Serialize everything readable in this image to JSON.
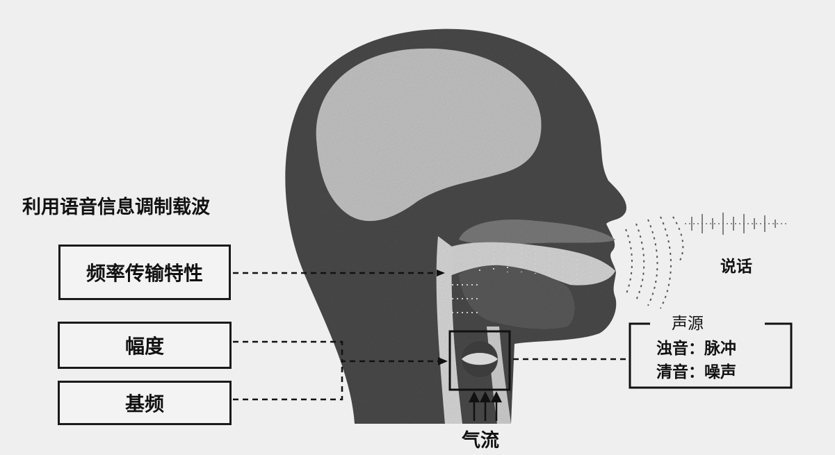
{
  "title": "利用语音信息调制载波",
  "boxes": {
    "frequency_transfer": "频率传输特性",
    "amplitude": "幅度",
    "fundamental_frequency": "基频"
  },
  "speech_label": "说话",
  "sound_source": {
    "title": "声源",
    "voiced": "浊音：脉冲",
    "unvoiced": "清音：噪声"
  },
  "airflow_label": "气流"
}
